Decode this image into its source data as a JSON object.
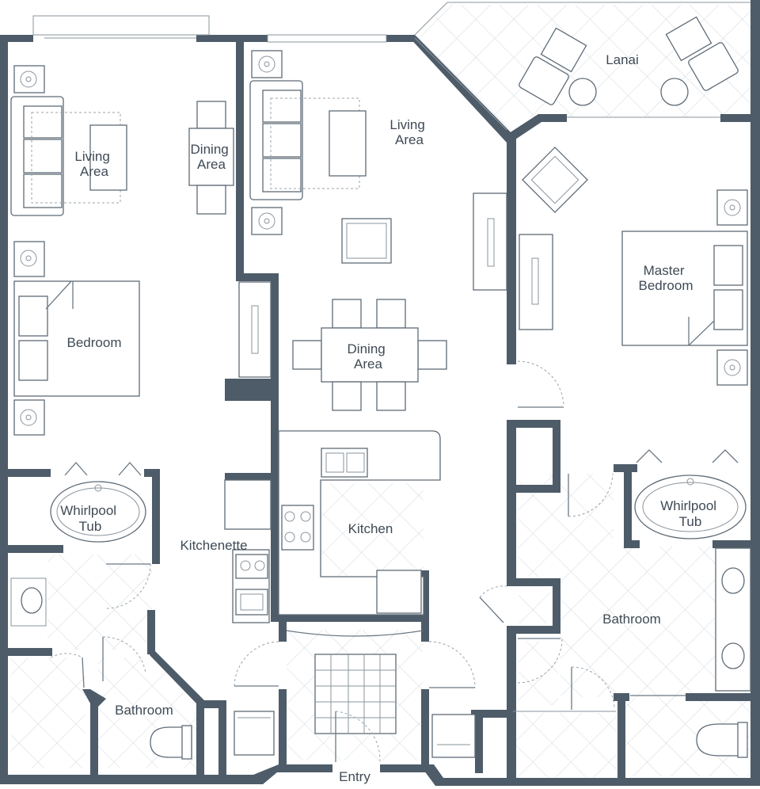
{
  "rooms": {
    "living_left": [
      "Living",
      "Area"
    ],
    "dining_left": [
      "Dining",
      "Area"
    ],
    "bedroom": "Bedroom",
    "tub_left": [
      "Whirlpool",
      "Tub"
    ],
    "kitchenette": "Kitchenette",
    "bathroom_left": "Bathroom",
    "living_center": [
      "Living",
      "Area"
    ],
    "dining_center": [
      "Dining",
      "Area"
    ],
    "kitchen": "Kitchen",
    "lanai": "Lanai",
    "master_bedroom": [
      "Master",
      "Bedroom"
    ],
    "tub_right": [
      "Whirlpool",
      "Tub"
    ],
    "bathroom_right": "Bathroom",
    "entry": "Entry"
  },
  "colors": {
    "wall": "#4e5c69",
    "line": "#6b7884",
    "text": "#3f4a55"
  }
}
